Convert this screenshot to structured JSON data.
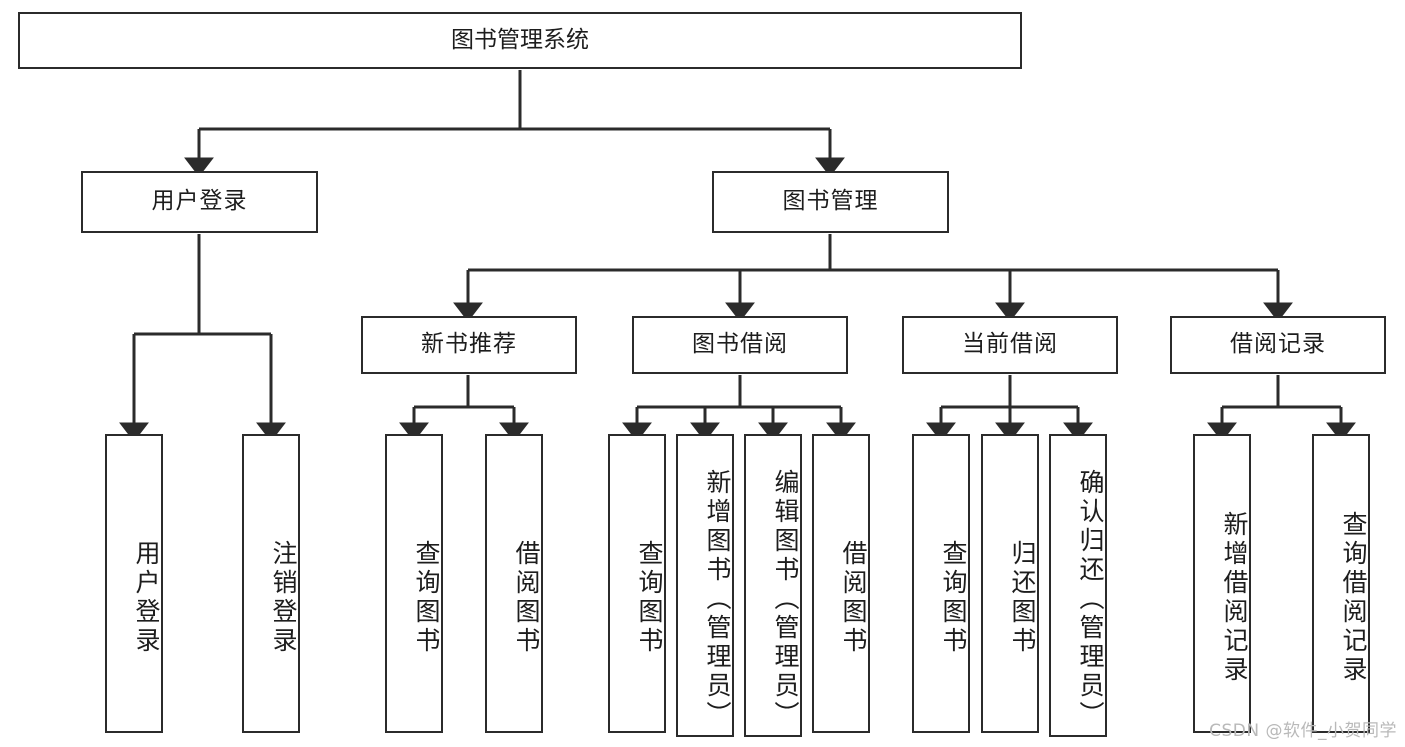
{
  "diagram": {
    "title": "图书管理系统",
    "type": "tree",
    "watermark": "CSDN @软件_小贺同学",
    "colors": {
      "box_border": "#2b2b2b",
      "box_fill": "#ffffff",
      "line": "#2b2b2b",
      "text": "#1d1d1d",
      "watermark": "#b9b9b9"
    },
    "levels": {
      "root": {
        "label": "图书管理系统"
      },
      "level2": [
        {
          "label": "用户登录"
        },
        {
          "label": "图书管理"
        }
      ],
      "level3": [
        {
          "label": "新书推荐"
        },
        {
          "label": "图书借阅"
        },
        {
          "label": "当前借阅"
        },
        {
          "label": "借阅记录"
        }
      ],
      "leaves": {
        "user_login": [
          {
            "label": "用户登录"
          },
          {
            "label": "注销登录"
          }
        ],
        "new_book_recommend": [
          {
            "label": "查询图书"
          },
          {
            "label": "借阅图书"
          }
        ],
        "book_borrow": [
          {
            "label": "查询图书"
          },
          {
            "label": "新增图书（管理员）"
          },
          {
            "label": "编辑图书（管理员）"
          },
          {
            "label": "借阅图书"
          }
        ],
        "current_borrow": [
          {
            "label": "查询图书"
          },
          {
            "label": "归还图书"
          },
          {
            "label": "确认归还（管理员）"
          }
        ],
        "borrow_records": [
          {
            "label": "新增借阅记录"
          },
          {
            "label": "查询借阅记录"
          }
        ]
      }
    }
  }
}
